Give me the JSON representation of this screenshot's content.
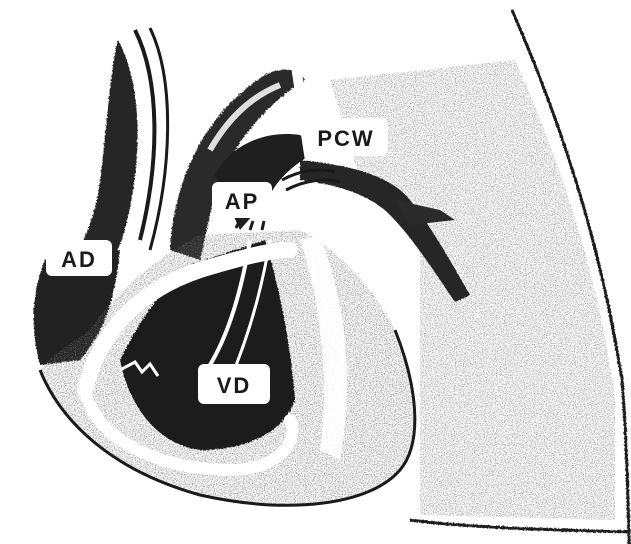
{
  "labels": {
    "pcw": "PCW",
    "ap": "AP",
    "ad": "AD",
    "vd": "VD"
  },
  "colors": {
    "ink": "#1a1a1a",
    "shade": "#2b2b2b",
    "paper": "#ffffff",
    "speckle": "#3a3a3a"
  }
}
